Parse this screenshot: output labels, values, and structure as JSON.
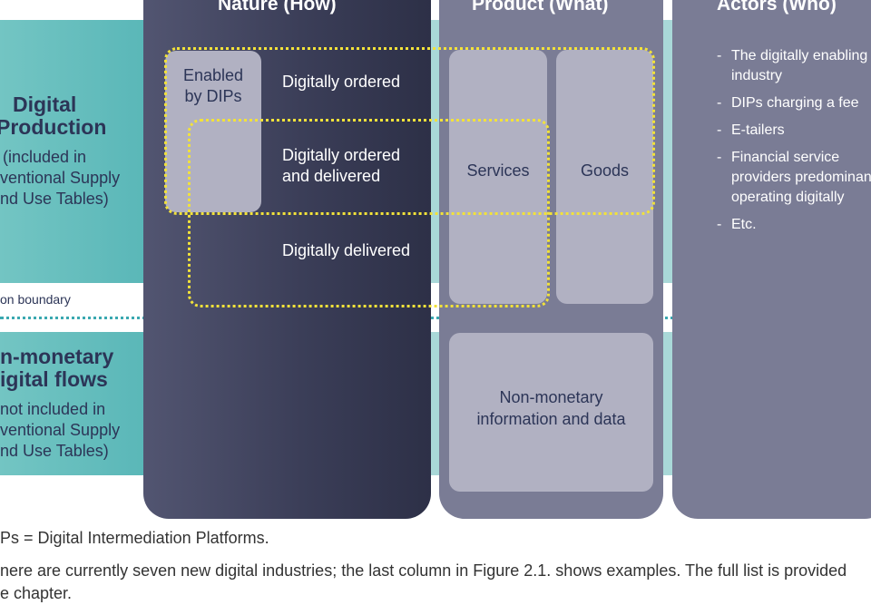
{
  "columns": {
    "nature": "Nature (How)",
    "product": "Product (What)",
    "actors": "Actors (Who)"
  },
  "rows": {
    "digital_production": {
      "title_line1": "Digital",
      "title_line2": "Production",
      "sub_line1": "(included in",
      "sub_line2": "ventional Supply",
      "sub_line3": "nd Use Tables)"
    },
    "production_boundary": "on boundary",
    "non_monetary": {
      "title_line1": "n-monetary",
      "title_line2": "igital flows",
      "sub_line1": "not included in",
      "sub_line2": "ventional Supply",
      "sub_line3": "nd Use Tables)"
    }
  },
  "nature": {
    "enabled_line1": "Enabled",
    "enabled_line2": "by DIPs",
    "ordered": "Digitally ordered",
    "ordered_delivered_line1": "Digitally ordered",
    "ordered_delivered_line2": "and delivered",
    "delivered": "Digitally delivered"
  },
  "product": {
    "services": "Services",
    "goods": "Goods",
    "nonmonetary_line1": "Non-monetary",
    "nonmonetary_line2": "information and data"
  },
  "actors": [
    {
      "dash": "-",
      "text": "The digitally enabling industry"
    },
    {
      "dash": "-",
      "text": "DIPs charging a fee"
    },
    {
      "dash": "-",
      "text": "E-tailers"
    },
    {
      "dash": "-",
      "text": "Financial service providers predominantly operating digitally"
    },
    {
      "dash": "-",
      "text": "Etc."
    }
  ],
  "footnotes": {
    "line1": "Ps = Digital Intermediation Platforms.",
    "line2": "nere are currently seven new digital industries; the last column in Figure 2.1. shows examples. The full list is provided",
    "line3": "e chapter."
  },
  "colors": {
    "teal": "#5ab7b8",
    "navy": "#2d3047",
    "slate": "#7a7c95",
    "highlight_yellow": "#f2e23a",
    "boundary_teal": "#3aa8b0"
  }
}
